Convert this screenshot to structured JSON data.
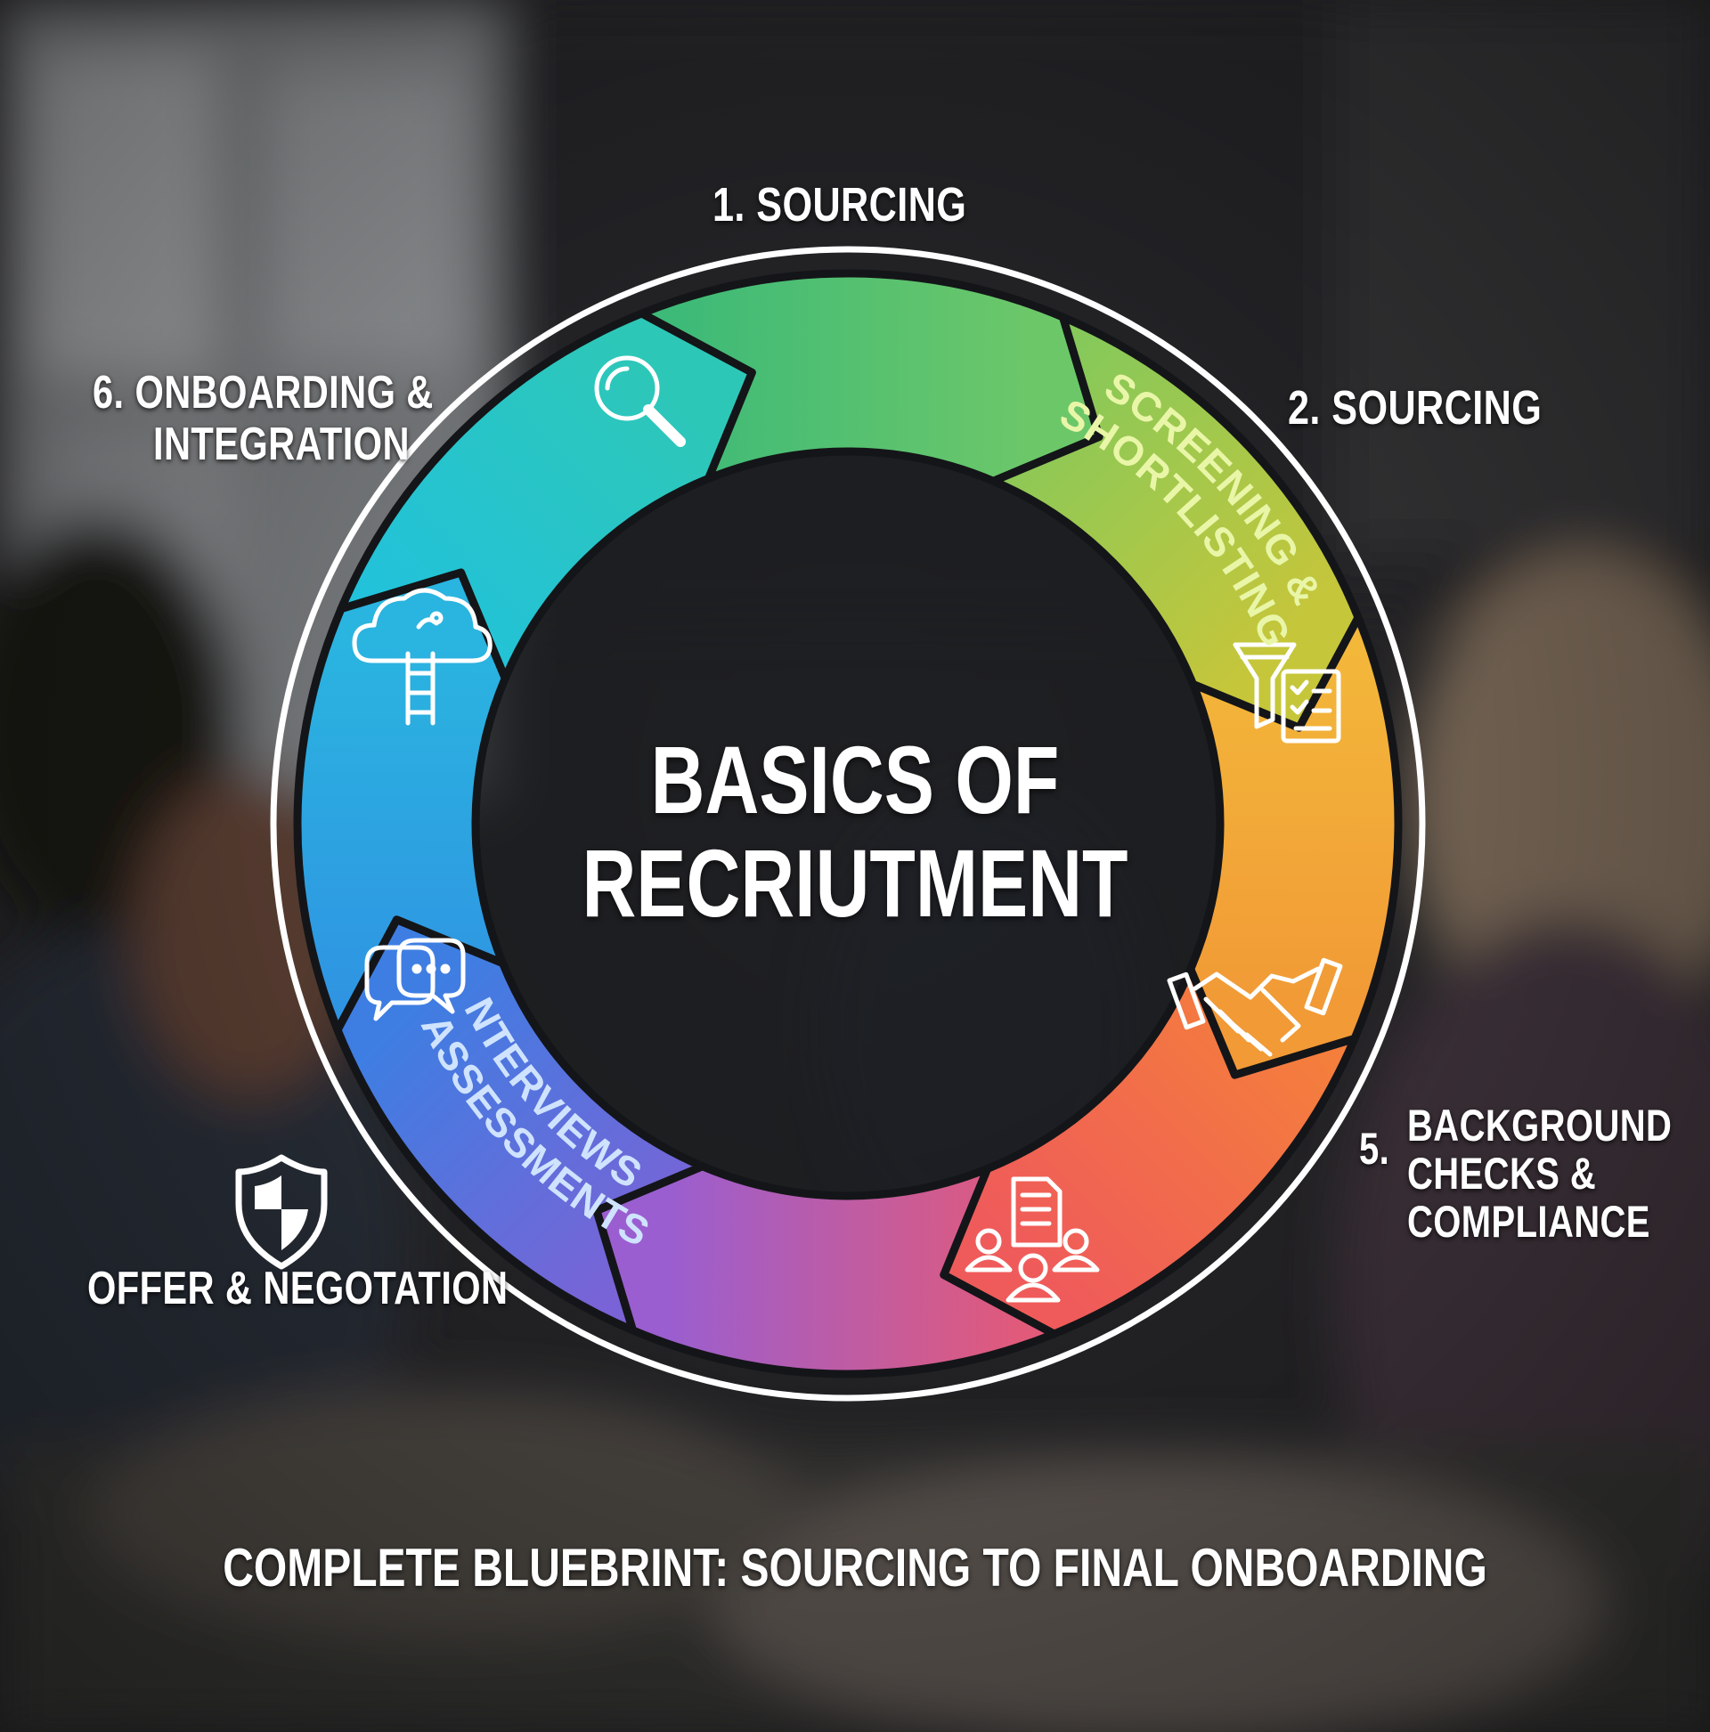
{
  "title": {
    "line1": "BASICS OF",
    "line2": "RECRIUTMENT"
  },
  "footer": "COMPLETE BLUEBRINT: SOURCING TO FINAL ONBOARDING",
  "outer_labels": {
    "top": "1. SOURCING",
    "top_right": "2. SOURCING",
    "right_number": "5.",
    "right_line1": "BACKGROUND",
    "right_line2": "CHECKS &",
    "right_line3": "COMPLIANCE",
    "bottom_left": "OFFER & NEGOTATION",
    "top_left_line1": "6. ONBOARDING &",
    "top_left_line2": "INTEGRATION"
  },
  "segments": [
    {
      "key": "green",
      "color_start": "#3dba78",
      "color_end": "#6cc769",
      "icon": "magnifier-icon"
    },
    {
      "key": "lime",
      "color_start": "#86c95a",
      "color_end": "#c6c63a",
      "icon": "",
      "text_line1": "SCREENING &",
      "text_line2": "SHORTLISTING"
    },
    {
      "key": "orange",
      "color_start": "#f3b73a",
      "color_end": "#f19a36",
      "icon": "funnel-checklist-icon"
    },
    {
      "key": "coral",
      "color_start": "#f47e3c",
      "color_end": "#ef5b5a",
      "icon": "handshake-icon"
    },
    {
      "key": "magenta",
      "color_start": "#e15a7a",
      "color_end": "#9a5ed0",
      "icon": "document-people-icon"
    },
    {
      "key": "indigo",
      "color_start": "#7a63d6",
      "color_end": "#3e7ee2",
      "icon": "",
      "text_line1": "INTERVIEWS &",
      "text_line2": "ASSESSMENTS"
    },
    {
      "key": "blue",
      "color_start": "#2f95e2",
      "color_end": "#2ab4e0",
      "icon": "chat-bubbles-icon"
    },
    {
      "key": "cyan",
      "color_start": "#22c2da",
      "color_end": "#2dc7b8",
      "icon": "cloud-ladder-icon"
    }
  ],
  "side_icon": "shield-icon",
  "colors": {
    "ring_outline": "#ffffff",
    "center_fill": "#1a1c1f",
    "divider": "#141518"
  }
}
